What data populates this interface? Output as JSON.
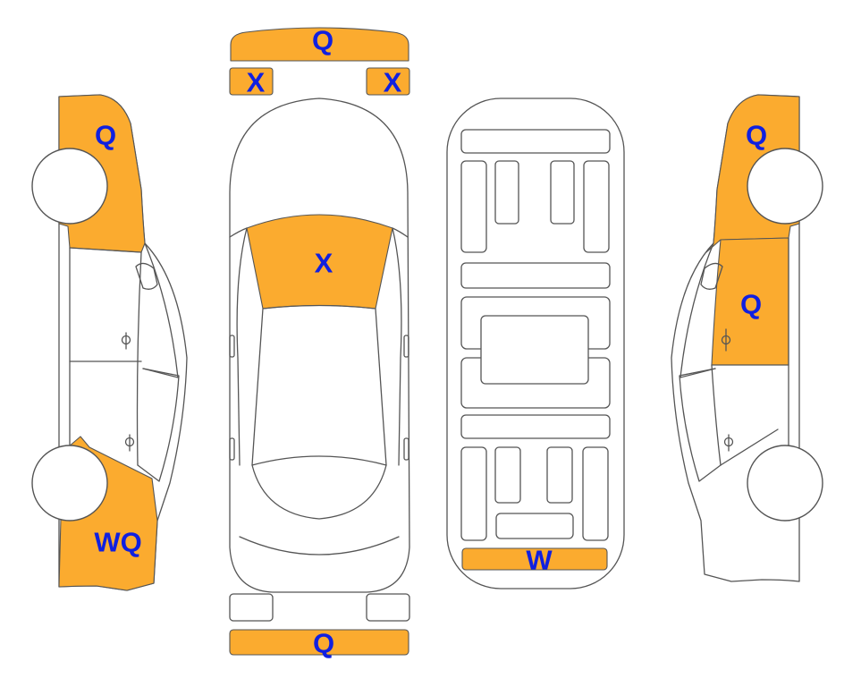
{
  "colors": {
    "damage_fill": "#fbab2f",
    "label_text": "#1020e0",
    "outline": "#555555"
  },
  "labels": {
    "left_front_fender": "Q",
    "left_rear_quarter": "WQ",
    "front_bumper": "Q",
    "front_left_headlight": "X",
    "front_right_headlight": "X",
    "hood": "X",
    "rear_bumper": "Q",
    "underbody_rear": "W",
    "right_front_fender": "Q",
    "right_front_door": "Q"
  }
}
